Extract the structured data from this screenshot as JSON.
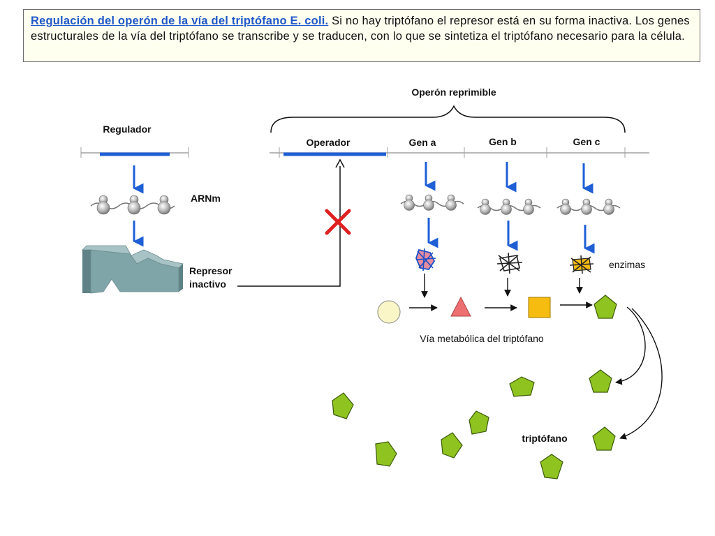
{
  "caption": {
    "title": "Regulación del operón de la vía del triptófano E. coli.",
    "text": " Si  no hay triptófano el represor está en su forma inactiva. Los genes estructurales de la vía del triptófano se transcribe y se traducen, con lo que se sintetiza el triptófano necesario para la célula."
  },
  "labels": {
    "operon": "Operón reprimible",
    "regulator": "Regulador",
    "operator": "Operador",
    "gene_a": "Gen a",
    "gene_b": "Gen b",
    "gene_c": "Gen c",
    "mrna": "ARNm",
    "repressor_line1": "Represor",
    "repressor_line2": "inactivo",
    "enzymes": "enzimas",
    "pathway": "Vía metabólica del triptófano",
    "tryptophan": "triptófano"
  },
  "colors": {
    "dna_blue": "#1f5fd6",
    "inhibit_x": "#e02020",
    "repressor": "#7fa5a8",
    "precursor_circle": "#fbf6c8",
    "triangle": "#ee6f72",
    "square": "#f6bc10",
    "tryptophan": "#8fc31f"
  }
}
